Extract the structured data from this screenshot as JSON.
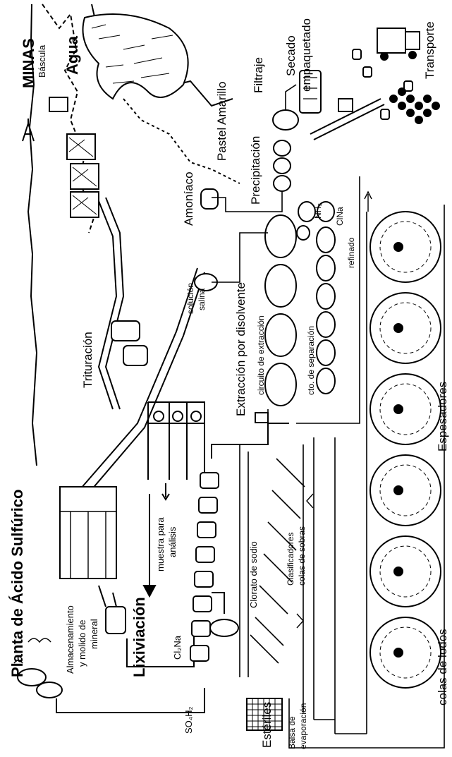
{
  "labels": {
    "planta_acido": "Planta de Ácido Sulfúrico",
    "minas": "MINAS",
    "bascula": "Báscula",
    "agua": "Agua",
    "trituracion": "Trituración",
    "almacenamiento": "Almacenamiento",
    "y_molido": "y molido de",
    "mineral": "mineral",
    "muestra": "muestra para",
    "analisis": "análisis",
    "lixiviacion": "Lixiviación",
    "clorato": "Clorato de sodio",
    "cl2na": "Cl₂Na",
    "so4h2": "SO₄H₂",
    "clasificadores": "Clasificadores",
    "colas_sobras": "colas de sobras",
    "extraccion": "Extracción por disolvente",
    "circuito": "circuito de extracción",
    "cto_separacion": "cto. de separación",
    "solucion": "solución",
    "salina": "salina",
    "amoniaco": "Amoníaco",
    "nh3": "NH₃",
    "clna": "ClNa",
    "refinado": "refinado",
    "precipitacion": "Precipitación",
    "pastel": "Pastel Amarillo",
    "filtraje": "Filtraje",
    "secado": "Secado",
    "empaquetado": "empaquetado",
    "transporte": "Transporte",
    "esteriles": "Estériles",
    "balsa": "Balsa de",
    "evaporacion": "evaporación",
    "colas_lodos": "colas de lodos",
    "espesadores": "Espesadores"
  },
  "colors": {
    "ink": "#000000",
    "paper": "#ffffff"
  }
}
